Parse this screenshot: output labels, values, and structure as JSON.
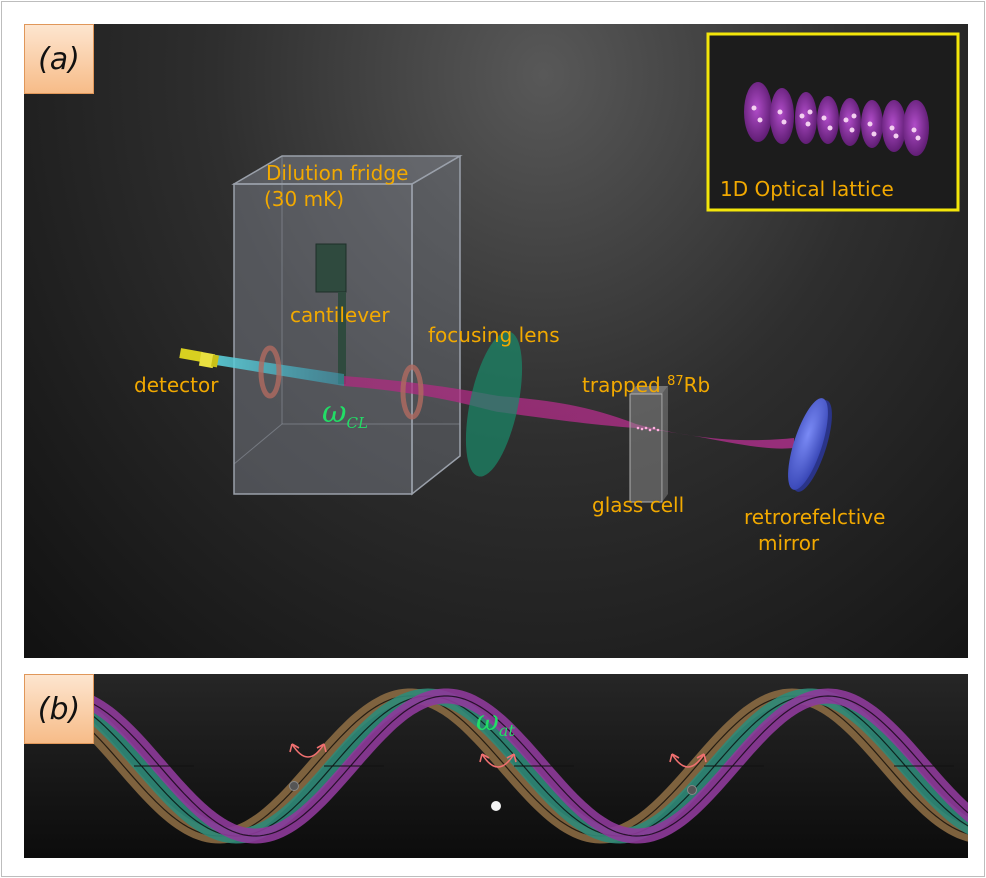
{
  "panel_a": {
    "tag": "(a)",
    "inset_label": "1D Optical lattice",
    "labels": {
      "fridge_line1": "Dilution fridge",
      "fridge_line2": "(30 mK)",
      "cantilever": "cantilever",
      "focusing_lens": "focusing lens",
      "detector": "detector",
      "trapped_prefix": "trapped ",
      "trapped_isotope": "87",
      "trapped_element": "Rb",
      "glass_cell": "glass cell",
      "mirror_line1": "retrorefelctive",
      "mirror_line2": "mirror",
      "omega_symbol": "ω",
      "omega_sub": "CL"
    }
  },
  "panel_b": {
    "tag": "(b)",
    "omega_symbol": "ω",
    "omega_sub": "at"
  },
  "colors": {
    "label_text": "#f2a900",
    "omega_text": "#22dd66",
    "inset_border": "#f3e60a",
    "beam": "#c0309a",
    "lens": "#1a8a6a",
    "mirror": "#4a5fd6",
    "wave_colors": [
      "#8a6a42",
      "#2f8a78",
      "#8e3a9a"
    ]
  }
}
